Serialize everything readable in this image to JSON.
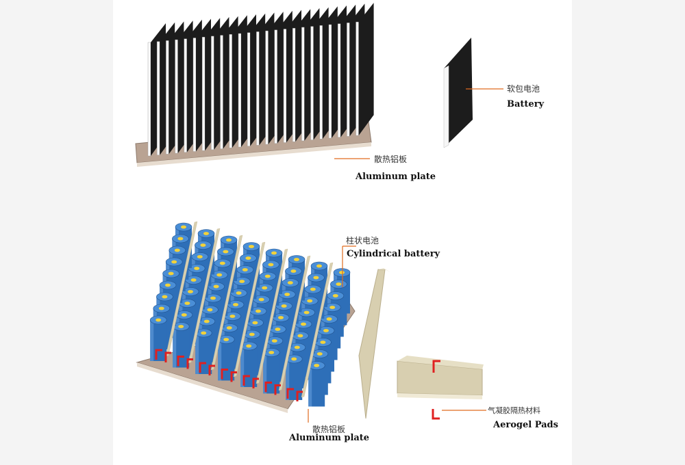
{
  "colors": {
    "fin": "#1c1c1c",
    "plate": "#b9a393",
    "cell_blue": "#2e6fb8",
    "cell_cap": "#f2d23a",
    "aerogel": "#d8cfb0",
    "leader": "#e06a1e",
    "clip": "#e02020"
  },
  "top_figure": {
    "battery_cn": "软包电池",
    "battery_en": "Battery",
    "plate_cn": "散热铝板",
    "plate_en": "Aluminum plate"
  },
  "bottom_figure": {
    "cyl_cn": "柱状电池",
    "cyl_en": "Cylindrical battery",
    "plate_cn": "散热铝板",
    "plate_en": "Aluminum plate",
    "pads_cn": "气凝胶隔热材料",
    "pads_en": "Aerogel Pads"
  }
}
